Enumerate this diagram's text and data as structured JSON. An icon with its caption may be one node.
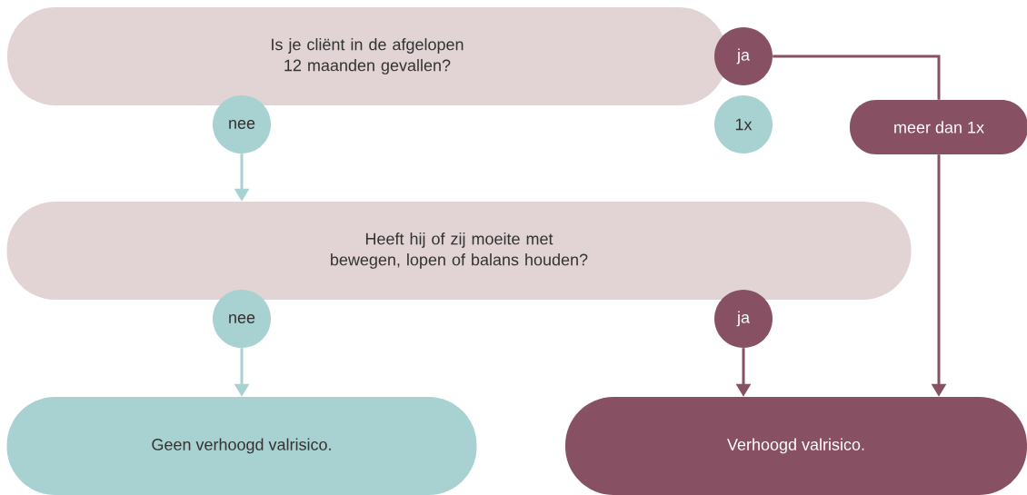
{
  "diagram": {
    "nodes": [
      {
        "text": [
          "Is je cliënt in de afgelopen 12 maanden gevallen?"
        ]
      },
      {
        "text": [
          "ja"
        ]
      },
      {
        "text": [
          "nee"
        ]
      },
      {
        "text": [
          "1x"
        ]
      },
      {
        "text": [
          "meer dan 1x"
        ]
      },
      {
        "text": [
          "Heeft hij of zij moeite met bewegen, lopen of balans houden?"
        ]
      },
      {
        "text": [
          "nee"
        ]
      },
      {
        "text": [
          "ja"
        ]
      },
      {
        "text": [
          "Geen verhoogd valrisico."
        ]
      },
      {
        "text": [
          "Verhoogd valrisico."
        ]
      }
    ],
    "edges": [
      {
        "from": 1,
        "to": 4,
        "arrow": "none",
        "color": "#885163"
      },
      {
        "from": 4,
        "to": 9,
        "arrow": "to",
        "color": "#885163"
      },
      {
        "from": 2,
        "to": 5,
        "arrow": "to",
        "color": "#a8d1d2"
      },
      {
        "from": 6,
        "to": 8,
        "arrow": "to",
        "color": "#a8d1d2"
      },
      {
        "from": 7,
        "to": 9,
        "arrow": "to",
        "color": "#885163"
      }
    ]
  }
}
